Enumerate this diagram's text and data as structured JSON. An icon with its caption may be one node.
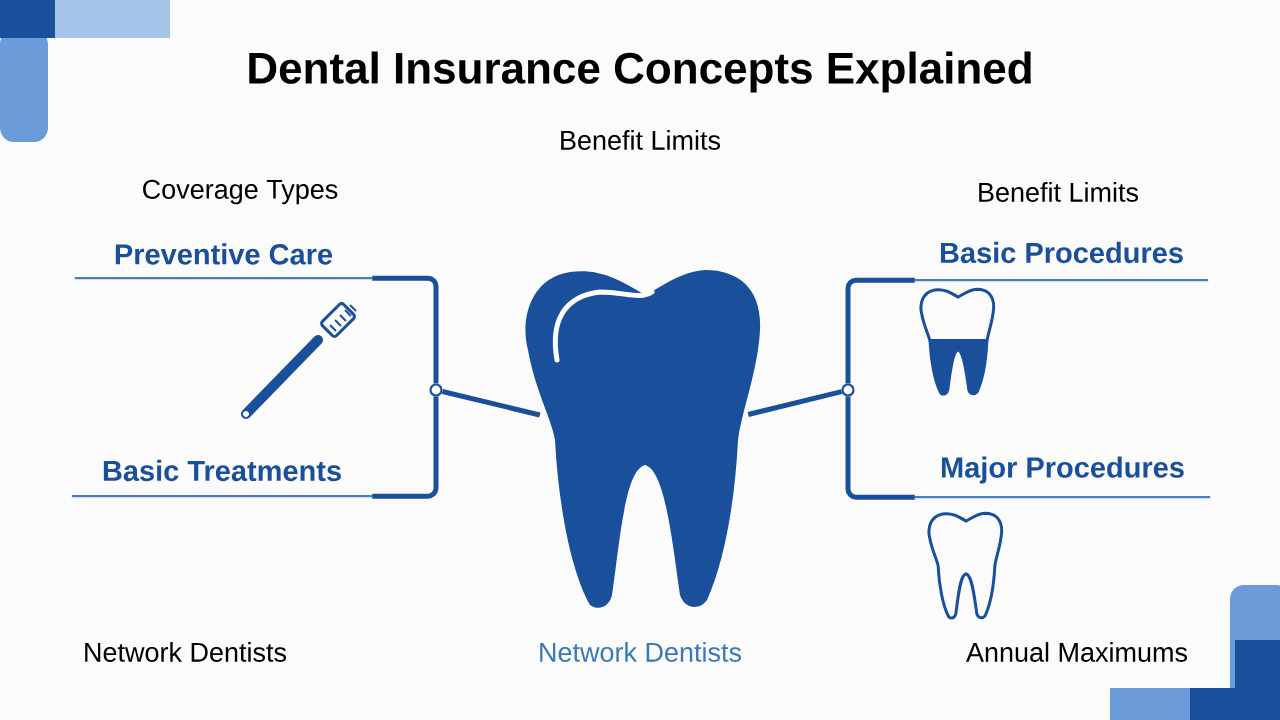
{
  "diagram": {
    "title": "Dental Insurance Concepts Explained",
    "nodes": [
      {
        "text": [
          "Preventive Care"
        ]
      },
      {
        "text": [
          "Basic Treatments"
        ]
      },
      {
        "text": [
          "Basic Procedures"
        ]
      },
      {
        "text": [
          "Major Procedures"
        ]
      },
      {
        "text": [],
        "shape": "picture"
      },
      {
        "text": [],
        "shape": "circle"
      },
      {
        "text": [],
        "shape": "circle"
      }
    ],
    "edges": [
      {
        "from": 0,
        "to": 5,
        "arrow": "none"
      },
      {
        "from": 1,
        "to": 5,
        "arrow": "none"
      },
      {
        "from": 5,
        "to": 4,
        "arrow": "none"
      },
      {
        "from": 4,
        "to": 6,
        "arrow": "none"
      },
      {
        "from": 6,
        "to": 2,
        "arrow": "none"
      },
      {
        "from": 6,
        "to": 3,
        "arrow": "none"
      }
    ],
    "labels": [
      "Benefit Limits",
      "Coverage Types",
      "Benefit Limits",
      "Network Dentists",
      "Network Dentists",
      "Annual Maximums"
    ]
  }
}
